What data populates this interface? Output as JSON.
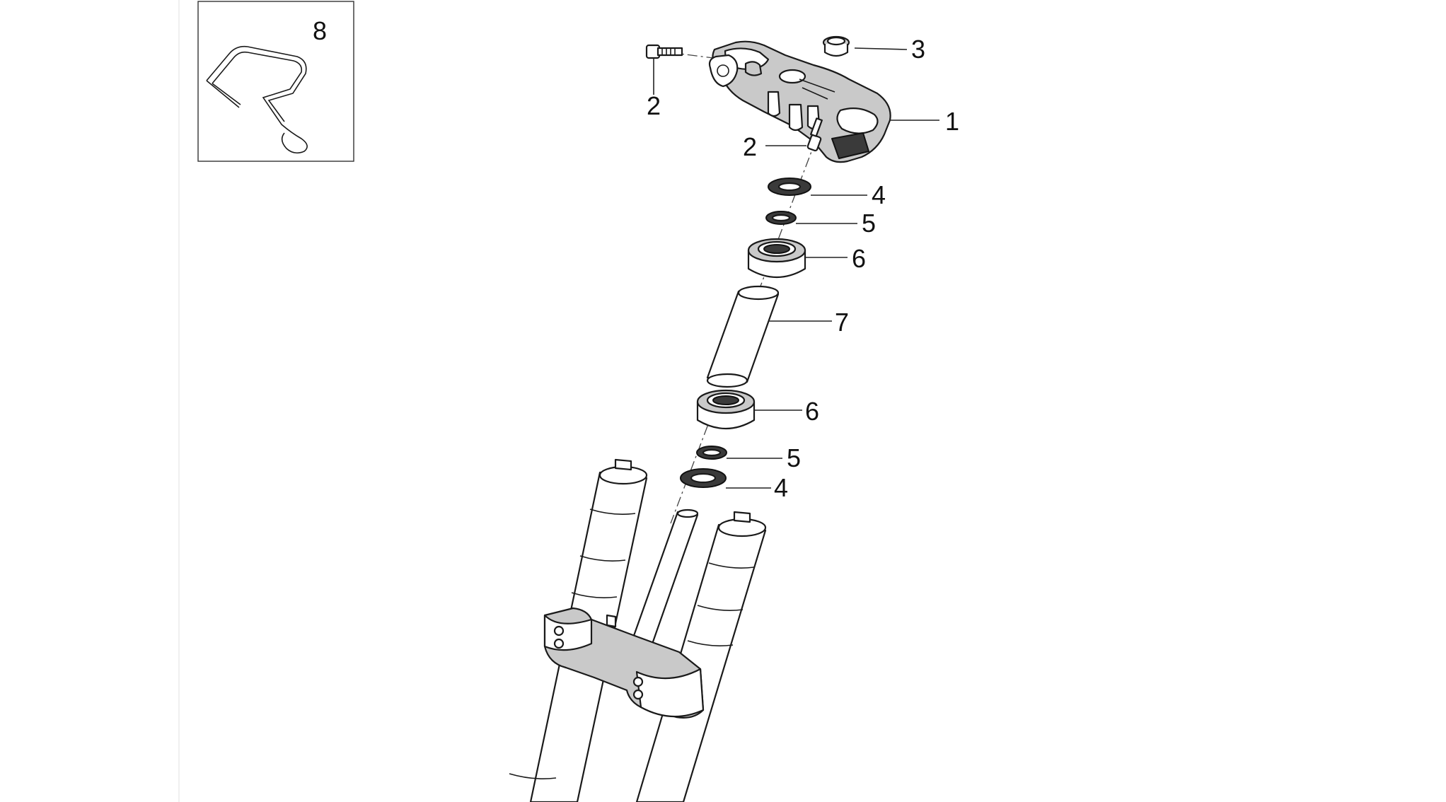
{
  "callouts": {
    "c1": "1",
    "c2a": "2",
    "c2b": "2",
    "c3": "3",
    "c4a": "4",
    "c4b": "4",
    "c5a": "5",
    "c5b": "5",
    "c6a": "6",
    "c6b": "6",
    "c7": "7",
    "c8": "8"
  }
}
